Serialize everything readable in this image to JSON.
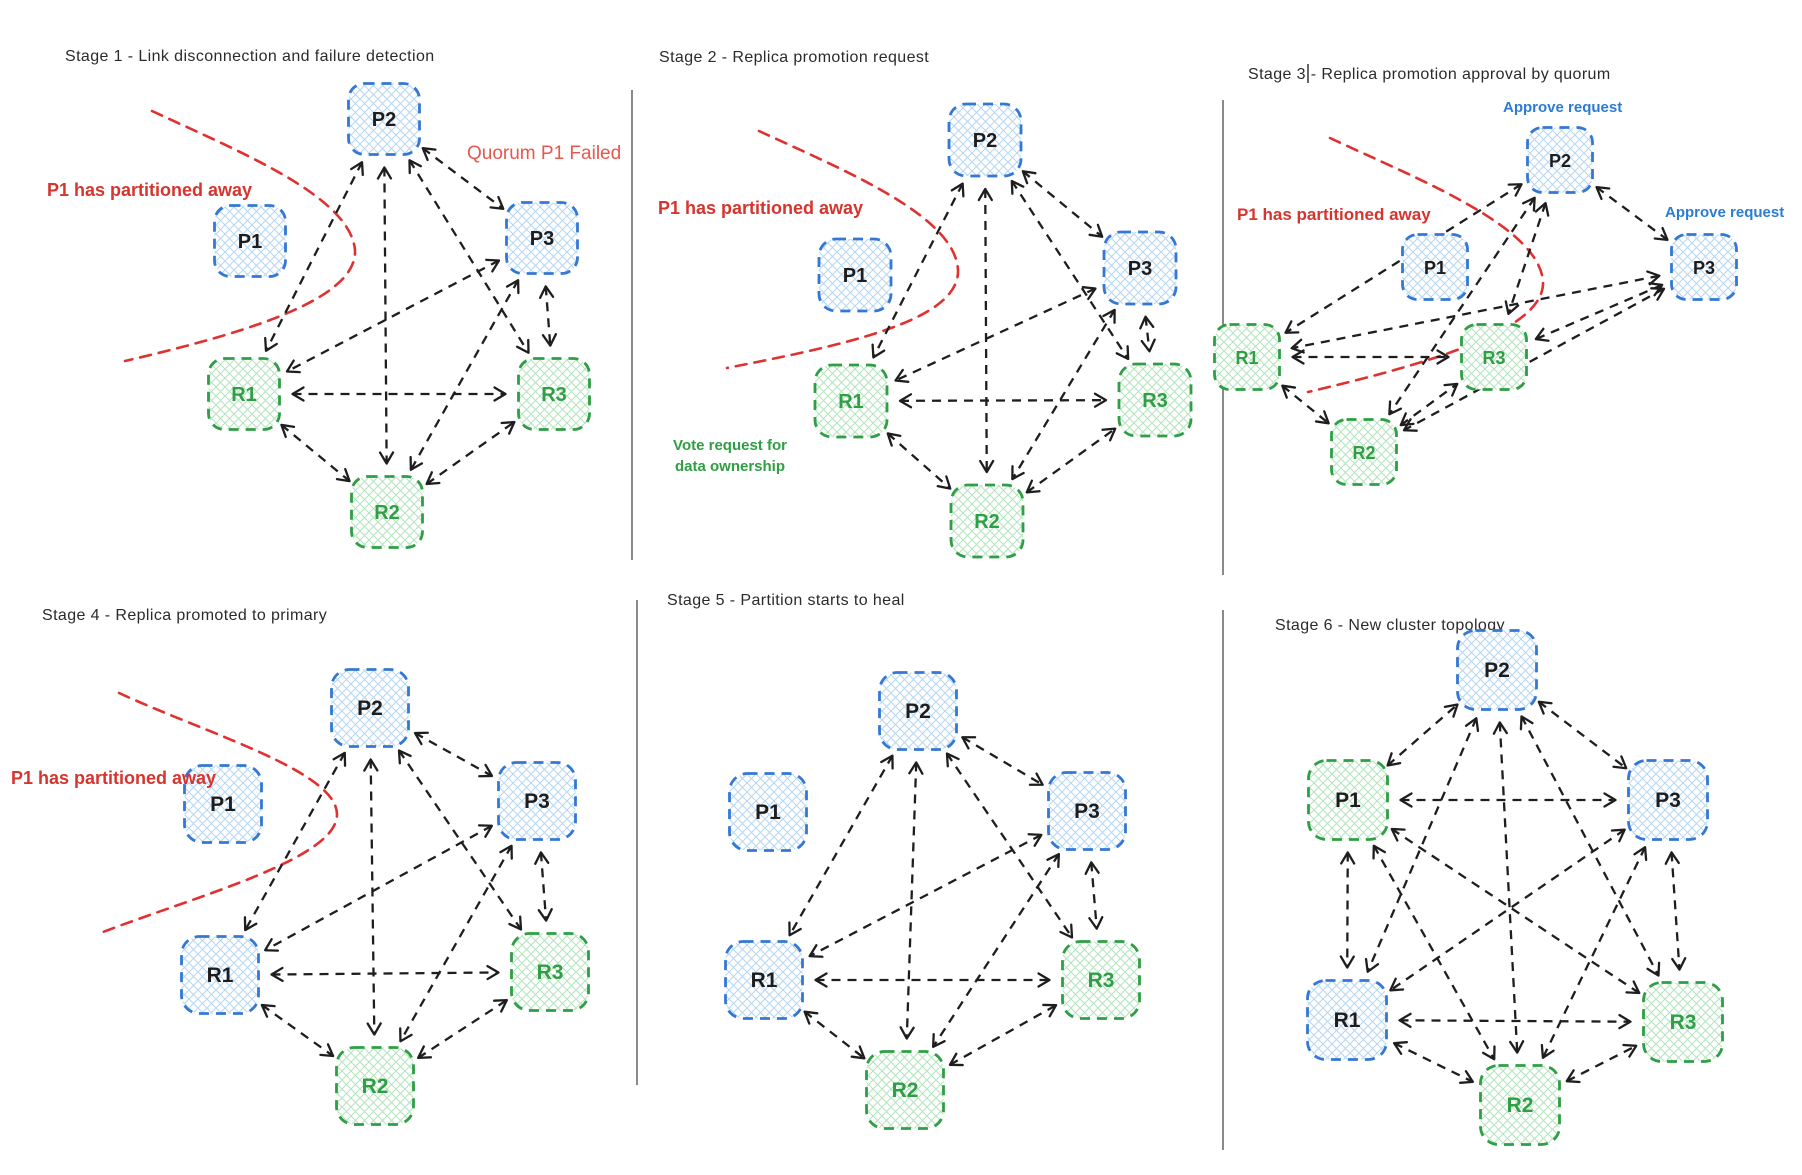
{
  "colors": {
    "node_blue_border": "#3478d4",
    "node_blue_fill": "#b9d7f2",
    "node_green_border": "#2f9e44",
    "node_green_fill": "#b5e4c0",
    "label_dark": "#1d1d1d",
    "label_green": "#2f9e44",
    "arrow": "#1e1e1e",
    "partition_red": "#e03131",
    "annotation_red": "#d6342e",
    "quorum_red": "#e8574e",
    "annotation_green": "#2f9e44",
    "annotation_blue": "#2b7cd5",
    "title": "#2b2b2b",
    "divider": "#4a4a4a"
  },
  "panels": [
    {
      "id": "stage-1",
      "title": "Stage 1 - Link disconnection and failure detection",
      "title_cursor": false,
      "partition_line": true,
      "nodes": [
        {
          "id": "P1",
          "label": "P1",
          "role": "primary",
          "appearance": "blue",
          "label_color": "dark",
          "isolated": true
        },
        {
          "id": "P2",
          "label": "P2",
          "role": "primary",
          "appearance": "blue",
          "label_color": "dark"
        },
        {
          "id": "P3",
          "label": "P3",
          "role": "primary",
          "appearance": "blue",
          "label_color": "dark"
        },
        {
          "id": "R1",
          "label": "R1",
          "role": "replica",
          "appearance": "green",
          "label_color": "green"
        },
        {
          "id": "R2",
          "label": "R2",
          "role": "replica",
          "appearance": "green",
          "label_color": "green"
        },
        {
          "id": "R3",
          "label": "R3",
          "role": "replica",
          "appearance": "green",
          "label_color": "green"
        }
      ],
      "edges": [
        [
          "P2",
          "P3"
        ],
        [
          "P2",
          "R1"
        ],
        [
          "P2",
          "R2"
        ],
        [
          "P2",
          "R3"
        ],
        [
          "P3",
          "R1"
        ],
        [
          "P3",
          "R2"
        ],
        [
          "P3",
          "R3"
        ],
        [
          "R1",
          "R2"
        ],
        [
          "R1",
          "R3"
        ],
        [
          "R2",
          "R3"
        ]
      ],
      "annotations": [
        {
          "id": "partition",
          "text": "P1 has partitioned away",
          "color_key": "annotation_red",
          "bold": true
        },
        {
          "id": "quorum",
          "text": "Quorum P1 Failed",
          "color_key": "quorum_red",
          "bold": false
        }
      ]
    },
    {
      "id": "stage-2",
      "title": "Stage 2 - Replica promotion request",
      "title_cursor": false,
      "partition_line": true,
      "nodes": [
        {
          "id": "P1",
          "label": "P1",
          "role": "primary",
          "appearance": "blue",
          "label_color": "dark",
          "isolated": true
        },
        {
          "id": "P2",
          "label": "P2",
          "role": "primary",
          "appearance": "blue",
          "label_color": "dark"
        },
        {
          "id": "P3",
          "label": "P3",
          "role": "primary",
          "appearance": "blue",
          "label_color": "dark"
        },
        {
          "id": "R1",
          "label": "R1",
          "role": "replica",
          "appearance": "green",
          "label_color": "green"
        },
        {
          "id": "R2",
          "label": "R2",
          "role": "replica",
          "appearance": "green",
          "label_color": "green"
        },
        {
          "id": "R3",
          "label": "R3",
          "role": "replica",
          "appearance": "green",
          "label_color": "green"
        }
      ],
      "edges": [
        [
          "P2",
          "P3"
        ],
        [
          "P2",
          "R1"
        ],
        [
          "P2",
          "R2"
        ],
        [
          "P2",
          "R3"
        ],
        [
          "P3",
          "R1"
        ],
        [
          "P3",
          "R2"
        ],
        [
          "P3",
          "R3"
        ],
        [
          "R1",
          "R2"
        ],
        [
          "R1",
          "R3"
        ],
        [
          "R2",
          "R3"
        ]
      ],
      "annotations": [
        {
          "id": "partition",
          "text": "P1 has partitioned away",
          "color_key": "annotation_red",
          "bold": true
        },
        {
          "id": "vote",
          "lines": [
            "Vote request for",
            "data ownership"
          ],
          "color_key": "annotation_green",
          "bold": true
        }
      ]
    },
    {
      "id": "stage-3",
      "title": "Stage 3 - Replica promotion approval by quorum",
      "title_cursor": true,
      "partition_line": true,
      "nodes": [
        {
          "id": "P1",
          "label": "P1",
          "role": "primary",
          "appearance": "blue",
          "label_color": "dark",
          "isolated": true
        },
        {
          "id": "P2",
          "label": "P2",
          "role": "primary",
          "appearance": "blue",
          "label_color": "dark"
        },
        {
          "id": "P3",
          "label": "P3",
          "role": "primary",
          "appearance": "blue",
          "label_color": "dark"
        },
        {
          "id": "R1",
          "label": "R1",
          "role": "replica",
          "appearance": "green",
          "label_color": "green"
        },
        {
          "id": "R2",
          "label": "R2",
          "role": "replica",
          "appearance": "green",
          "label_color": "green"
        },
        {
          "id": "R3",
          "label": "R3",
          "role": "replica",
          "appearance": "green",
          "label_color": "green"
        }
      ],
      "edges": [
        [
          "P2",
          "P3"
        ],
        [
          "P2",
          "R1"
        ],
        [
          "P2",
          "R2"
        ],
        [
          "P2",
          "R3"
        ],
        [
          "P3",
          "R1"
        ],
        [
          "P3",
          "R2"
        ],
        [
          "P3",
          "R3"
        ],
        [
          "R1",
          "R2"
        ],
        [
          "R1",
          "R3"
        ],
        [
          "R2",
          "R3"
        ]
      ],
      "annotations": [
        {
          "id": "partition",
          "text": "P1 has partitioned away",
          "color_key": "annotation_red",
          "bold": true
        },
        {
          "id": "approve1",
          "text": "Approve request",
          "color_key": "annotation_blue",
          "bold": true
        },
        {
          "id": "approve2",
          "text": "Approve request",
          "color_key": "annotation_blue",
          "bold": true
        }
      ]
    },
    {
      "id": "stage-4",
      "title": "Stage 4 - Replica promoted to primary",
      "title_cursor": false,
      "partition_line": true,
      "nodes": [
        {
          "id": "P1",
          "label": "P1",
          "role": "primary",
          "appearance": "blue",
          "label_color": "dark",
          "isolated": true
        },
        {
          "id": "P2",
          "label": "P2",
          "role": "primary",
          "appearance": "blue",
          "label_color": "dark"
        },
        {
          "id": "P3",
          "label": "P3",
          "role": "primary",
          "appearance": "blue",
          "label_color": "dark"
        },
        {
          "id": "R1",
          "label": "R1",
          "role": "replica-promoted",
          "appearance": "blue",
          "label_color": "dark"
        },
        {
          "id": "R2",
          "label": "R2",
          "role": "replica",
          "appearance": "green",
          "label_color": "green"
        },
        {
          "id": "R3",
          "label": "R3",
          "role": "replica",
          "appearance": "green",
          "label_color": "green"
        }
      ],
      "edges": [
        [
          "P2",
          "P3"
        ],
        [
          "P2",
          "R1"
        ],
        [
          "P2",
          "R2"
        ],
        [
          "P2",
          "R3"
        ],
        [
          "P3",
          "R1"
        ],
        [
          "P3",
          "R2"
        ],
        [
          "P3",
          "R3"
        ],
        [
          "R1",
          "R2"
        ],
        [
          "R1",
          "R3"
        ],
        [
          "R2",
          "R3"
        ]
      ],
      "annotations": [
        {
          "id": "partition",
          "text": "P1 has partitioned away",
          "color_key": "annotation_red",
          "bold": true
        }
      ]
    },
    {
      "id": "stage-5",
      "title": "Stage 5 - Partition starts to heal",
      "title_cursor": false,
      "partition_line": false,
      "nodes": [
        {
          "id": "P1",
          "label": "P1",
          "role": "primary",
          "appearance": "blue",
          "label_color": "dark",
          "isolated": true
        },
        {
          "id": "P2",
          "label": "P2",
          "role": "primary",
          "appearance": "blue",
          "label_color": "dark"
        },
        {
          "id": "P3",
          "label": "P3",
          "role": "primary",
          "appearance": "blue",
          "label_color": "dark"
        },
        {
          "id": "R1",
          "label": "R1",
          "role": "replica-promoted",
          "appearance": "blue",
          "label_color": "dark"
        },
        {
          "id": "R2",
          "label": "R2",
          "role": "replica",
          "appearance": "green",
          "label_color": "green"
        },
        {
          "id": "R3",
          "label": "R3",
          "role": "replica",
          "appearance": "green",
          "label_color": "green"
        }
      ],
      "edges": [
        [
          "P2",
          "P3"
        ],
        [
          "P2",
          "R1"
        ],
        [
          "P2",
          "R2"
        ],
        [
          "P2",
          "R3"
        ],
        [
          "P3",
          "R1"
        ],
        [
          "P3",
          "R2"
        ],
        [
          "P3",
          "R3"
        ],
        [
          "R1",
          "R2"
        ],
        [
          "R1",
          "R3"
        ],
        [
          "R2",
          "R3"
        ]
      ],
      "annotations": []
    },
    {
      "id": "stage-6",
      "title": "Stage 6 - New cluster topology",
      "title_cursor": false,
      "partition_line": false,
      "nodes": [
        {
          "id": "P1",
          "label": "P1",
          "role": "primary-demoted",
          "appearance": "green",
          "label_color": "dark"
        },
        {
          "id": "P2",
          "label": "P2",
          "role": "primary",
          "appearance": "blue",
          "label_color": "dark"
        },
        {
          "id": "P3",
          "label": "P3",
          "role": "primary",
          "appearance": "blue",
          "label_color": "dark"
        },
        {
          "id": "R1",
          "label": "R1",
          "role": "replica-promoted",
          "appearance": "blue",
          "label_color": "dark"
        },
        {
          "id": "R2",
          "label": "R2",
          "role": "replica",
          "appearance": "green",
          "label_color": "green"
        },
        {
          "id": "R3",
          "label": "R3",
          "role": "replica",
          "appearance": "green",
          "label_color": "green"
        }
      ],
      "edges": [
        [
          "P2",
          "P3"
        ],
        [
          "P2",
          "R1"
        ],
        [
          "P2",
          "R2"
        ],
        [
          "P2",
          "R3"
        ],
        [
          "P3",
          "R1"
        ],
        [
          "P3",
          "R2"
        ],
        [
          "P3",
          "R3"
        ],
        [
          "R1",
          "R2"
        ],
        [
          "R1",
          "R3"
        ],
        [
          "R2",
          "R3"
        ],
        [
          "P1",
          "P2"
        ],
        [
          "P1",
          "P3"
        ],
        [
          "P1",
          "R1"
        ],
        [
          "P1",
          "R2"
        ],
        [
          "P1",
          "R3"
        ]
      ],
      "annotations": []
    }
  ]
}
